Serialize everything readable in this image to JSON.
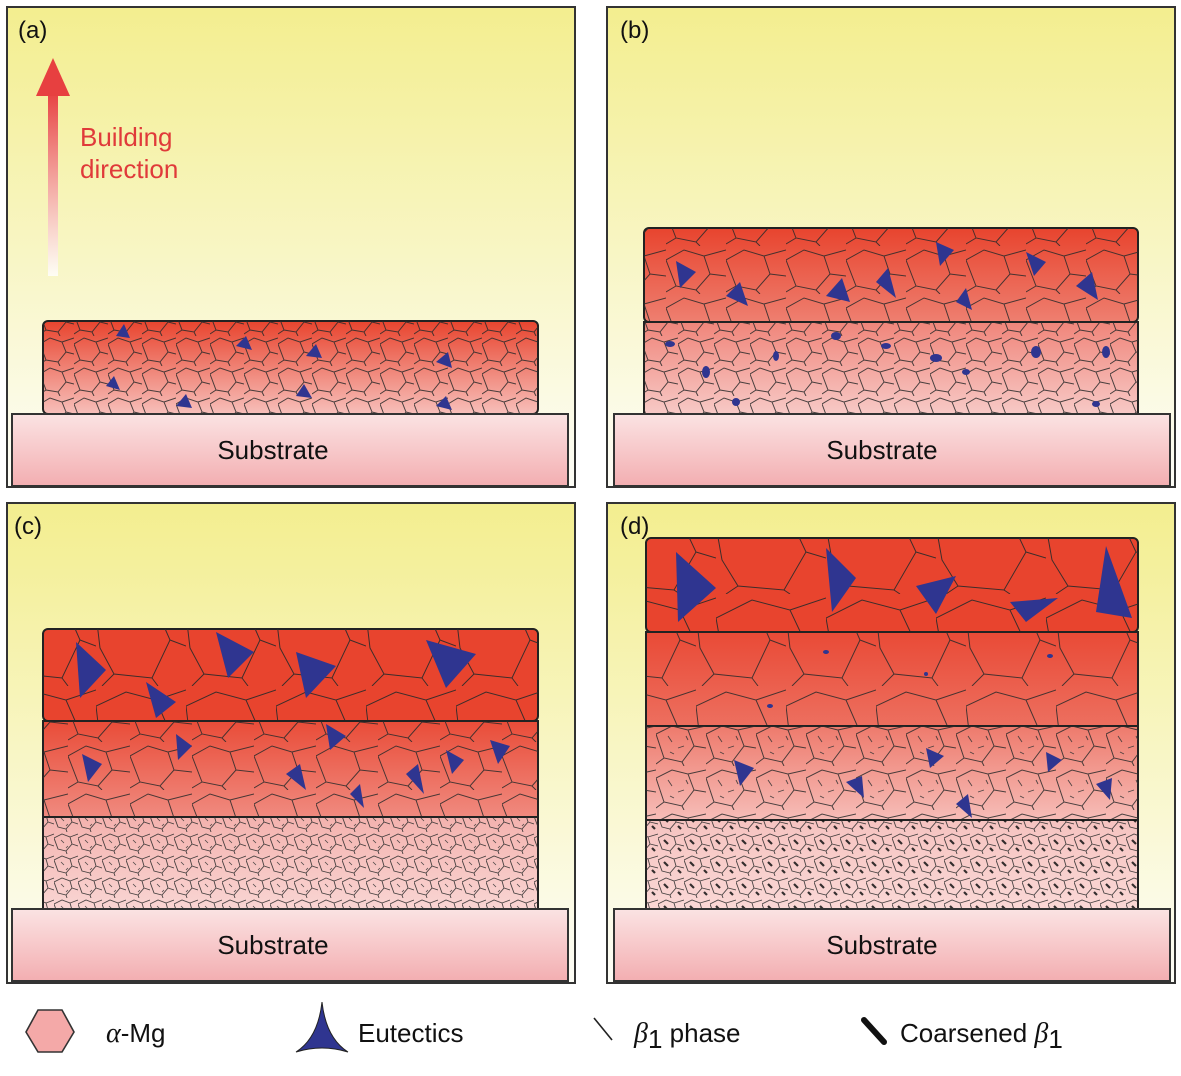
{
  "panels": [
    {
      "label": "(a)",
      "substrate": "Substrate",
      "arrow_line1": "Building",
      "arrow_line2": "direction"
    },
    {
      "label": "(b)",
      "substrate": "Substrate"
    },
    {
      "label": "(c)",
      "substrate": "Substrate"
    },
    {
      "label": "(d)",
      "substrate": "Substrate"
    }
  ],
  "legend": {
    "alpha_symbol": "α",
    "alpha_text": "-Mg",
    "eutectics": "Eutectics",
    "beta_symbol": "β",
    "beta_sub": "1",
    "beta_text": " phase",
    "coarsened_text": "Coarsened ",
    "coarsened_symbol": "β",
    "coarsened_sub": "1"
  },
  "colors": {
    "frame": "#333333",
    "bg_top": "#f3ee8f",
    "bg_bottom": "#fdfdf7",
    "layer_hot": "#e8442e",
    "layer_warm": "#ee7b6c",
    "layer_cool": "#f7c7c4",
    "eutectic": "#2f3590",
    "substrate_top": "#f9d6d6",
    "substrate_bottom": "#f4b3b5",
    "arrow": "#e74040"
  }
}
